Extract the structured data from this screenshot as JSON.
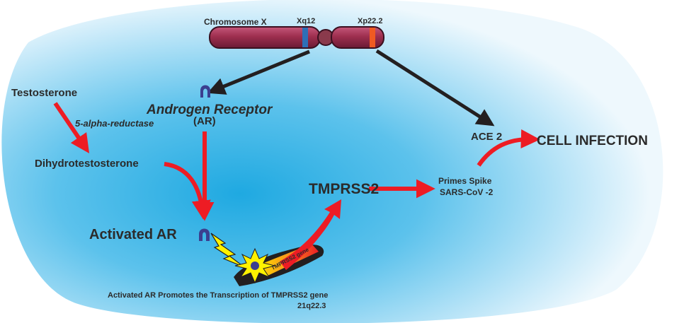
{
  "chromosome": {
    "name": "Chromosome X",
    "band_left": "Xq12",
    "band_right": "Xp22.2"
  },
  "labels": {
    "testosterone": "Testosterone",
    "enzyme": "5-alpha-reductase",
    "dht": "Dihydrotestosterone",
    "receptor": "Androgen Receptor",
    "receptor_abbr": "(AR)",
    "activated_ar": "Activated AR",
    "tmprss2": "TMPRSS2",
    "gene_label": "TMPRSS2 gene",
    "promotes": "Activated AR Promotes the Transcription of TMPRSS2 gene",
    "locus": "21q22.3",
    "primes_line1": "Primes Spike",
    "primes_line2": "SARS-CoV -2",
    "ace2": "ACE 2",
    "cell_infection": "CELL INFECTION"
  },
  "colors": {
    "background_glow": "#1fa9e1",
    "chromosome_body": "#9e2f4f",
    "band_left": "#2e6fb7",
    "band_right": "#f05a22",
    "arrow_red": "#ed1c24",
    "arrow_black": "#231f20",
    "receptor_icon": "#3b3f8f",
    "spark_yellow": "#fff200",
    "gene_orange": "#f7941d"
  }
}
